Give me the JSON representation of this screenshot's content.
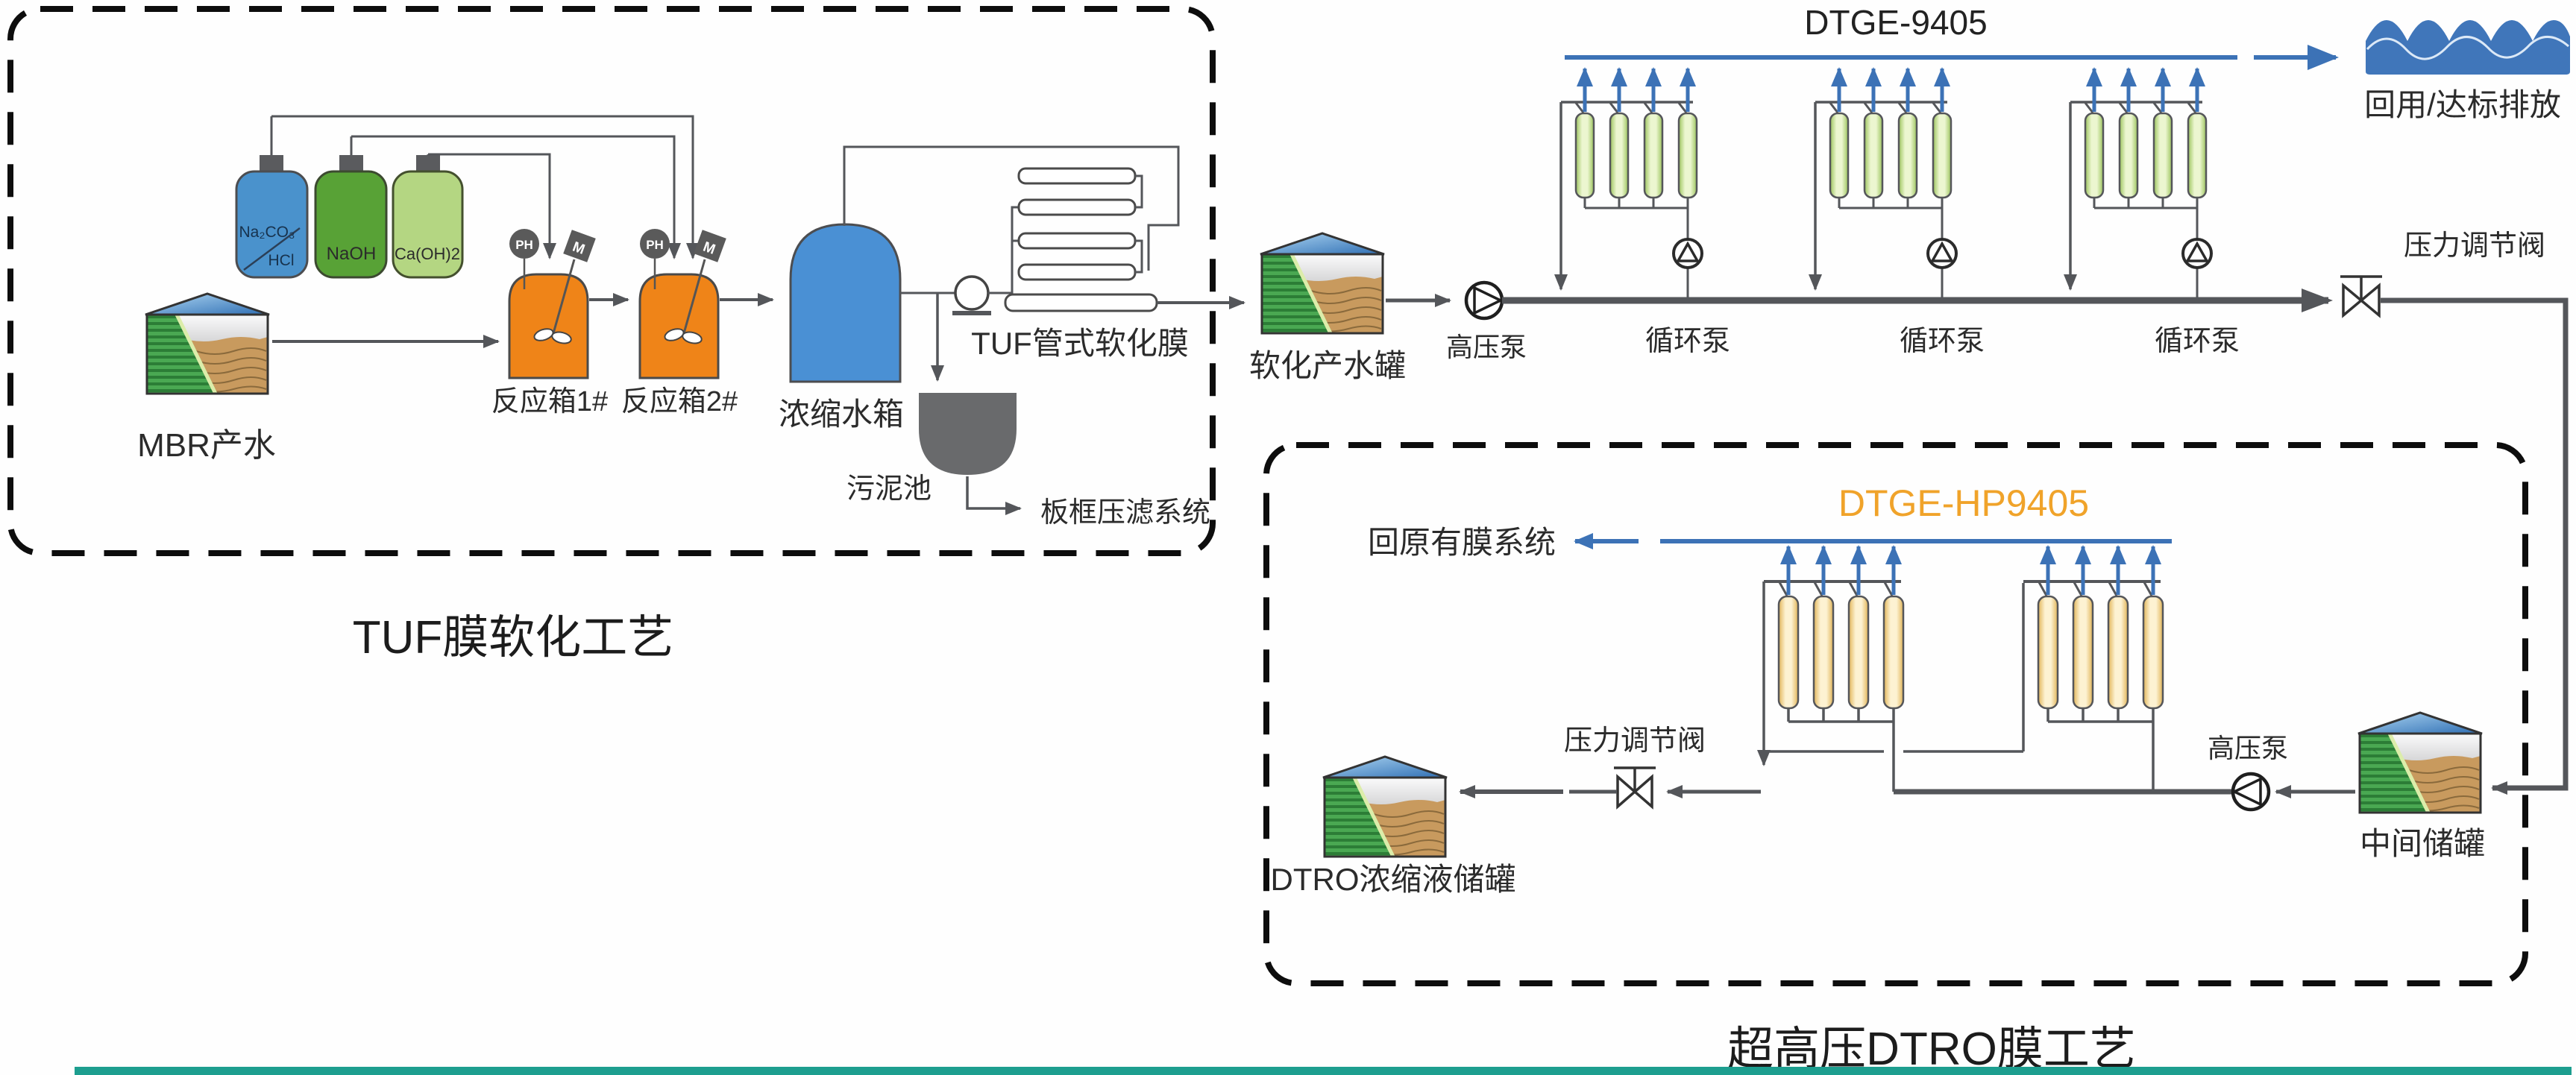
{
  "diagram": {
    "sections": {
      "tuf": {
        "title": "TUF膜软化工艺"
      },
      "dtro": {
        "title": "超高压DTRO膜工艺"
      }
    },
    "labels": {
      "mbr_feed": "MBR产水",
      "bottle1_line1": "Na₂CO₃",
      "bottle1_line2": "HCl",
      "bottle2": "NaOH",
      "bottle3": "Ca(OH)2",
      "ph_sensor": "PH",
      "motor": "M",
      "reactor1": "反应箱1#",
      "reactor2": "反应箱2#",
      "concentrate_tank": "浓缩水箱",
      "tuf_membrane": "TUF管式软化膜",
      "sludge_pool": "污泥池",
      "filter_press": "板框压滤系统",
      "softened_tank": "软化产水罐",
      "hp_pump_top": "高压泵",
      "model_top": "DTGE-9405",
      "circ_pump1": "循环泵",
      "circ_pump2": "循环泵",
      "circ_pump3": "循环泵",
      "valve_top": "压力调节阀",
      "reuse_discharge": "回用/达标排放",
      "model_bottom": "DTGE-HP9405",
      "return_membrane": "回原有膜系统",
      "valve_bottom": "压力调节阀",
      "dtro_tank": "DTRO浓缩液储罐",
      "hp_pump_bottom": "高压泵",
      "mid_tank": "中间储罐"
    },
    "colors": {
      "accent_blue": "#3c72b6",
      "pipe_gray": "#54565a",
      "model_bottom_color": "#f0a32a",
      "membrane_green": "#cde39b",
      "membrane_yellow": "#f6dfa2",
      "reactor_orange": "#ef8418",
      "tank_blue": "#4a90d4",
      "sludge_gray": "#696a6c",
      "bottle_blue": "#4a92cc",
      "bottle_green": "#58a236",
      "bottle_light_green": "#b4d682",
      "footer_teal": "#1d9e8f"
    },
    "icons": {
      "water_body": "wave-icon",
      "pump": "pump-icon",
      "valve": "valve-icon",
      "storage_tank": "tank-icon"
    }
  }
}
